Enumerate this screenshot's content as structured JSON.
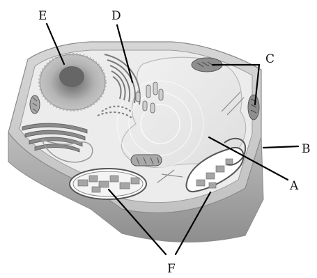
{
  "diagram": {
    "labels": {
      "A": "A",
      "B": "B",
      "C": "C",
      "D": "D",
      "E": "E",
      "F": "F"
    }
  }
}
